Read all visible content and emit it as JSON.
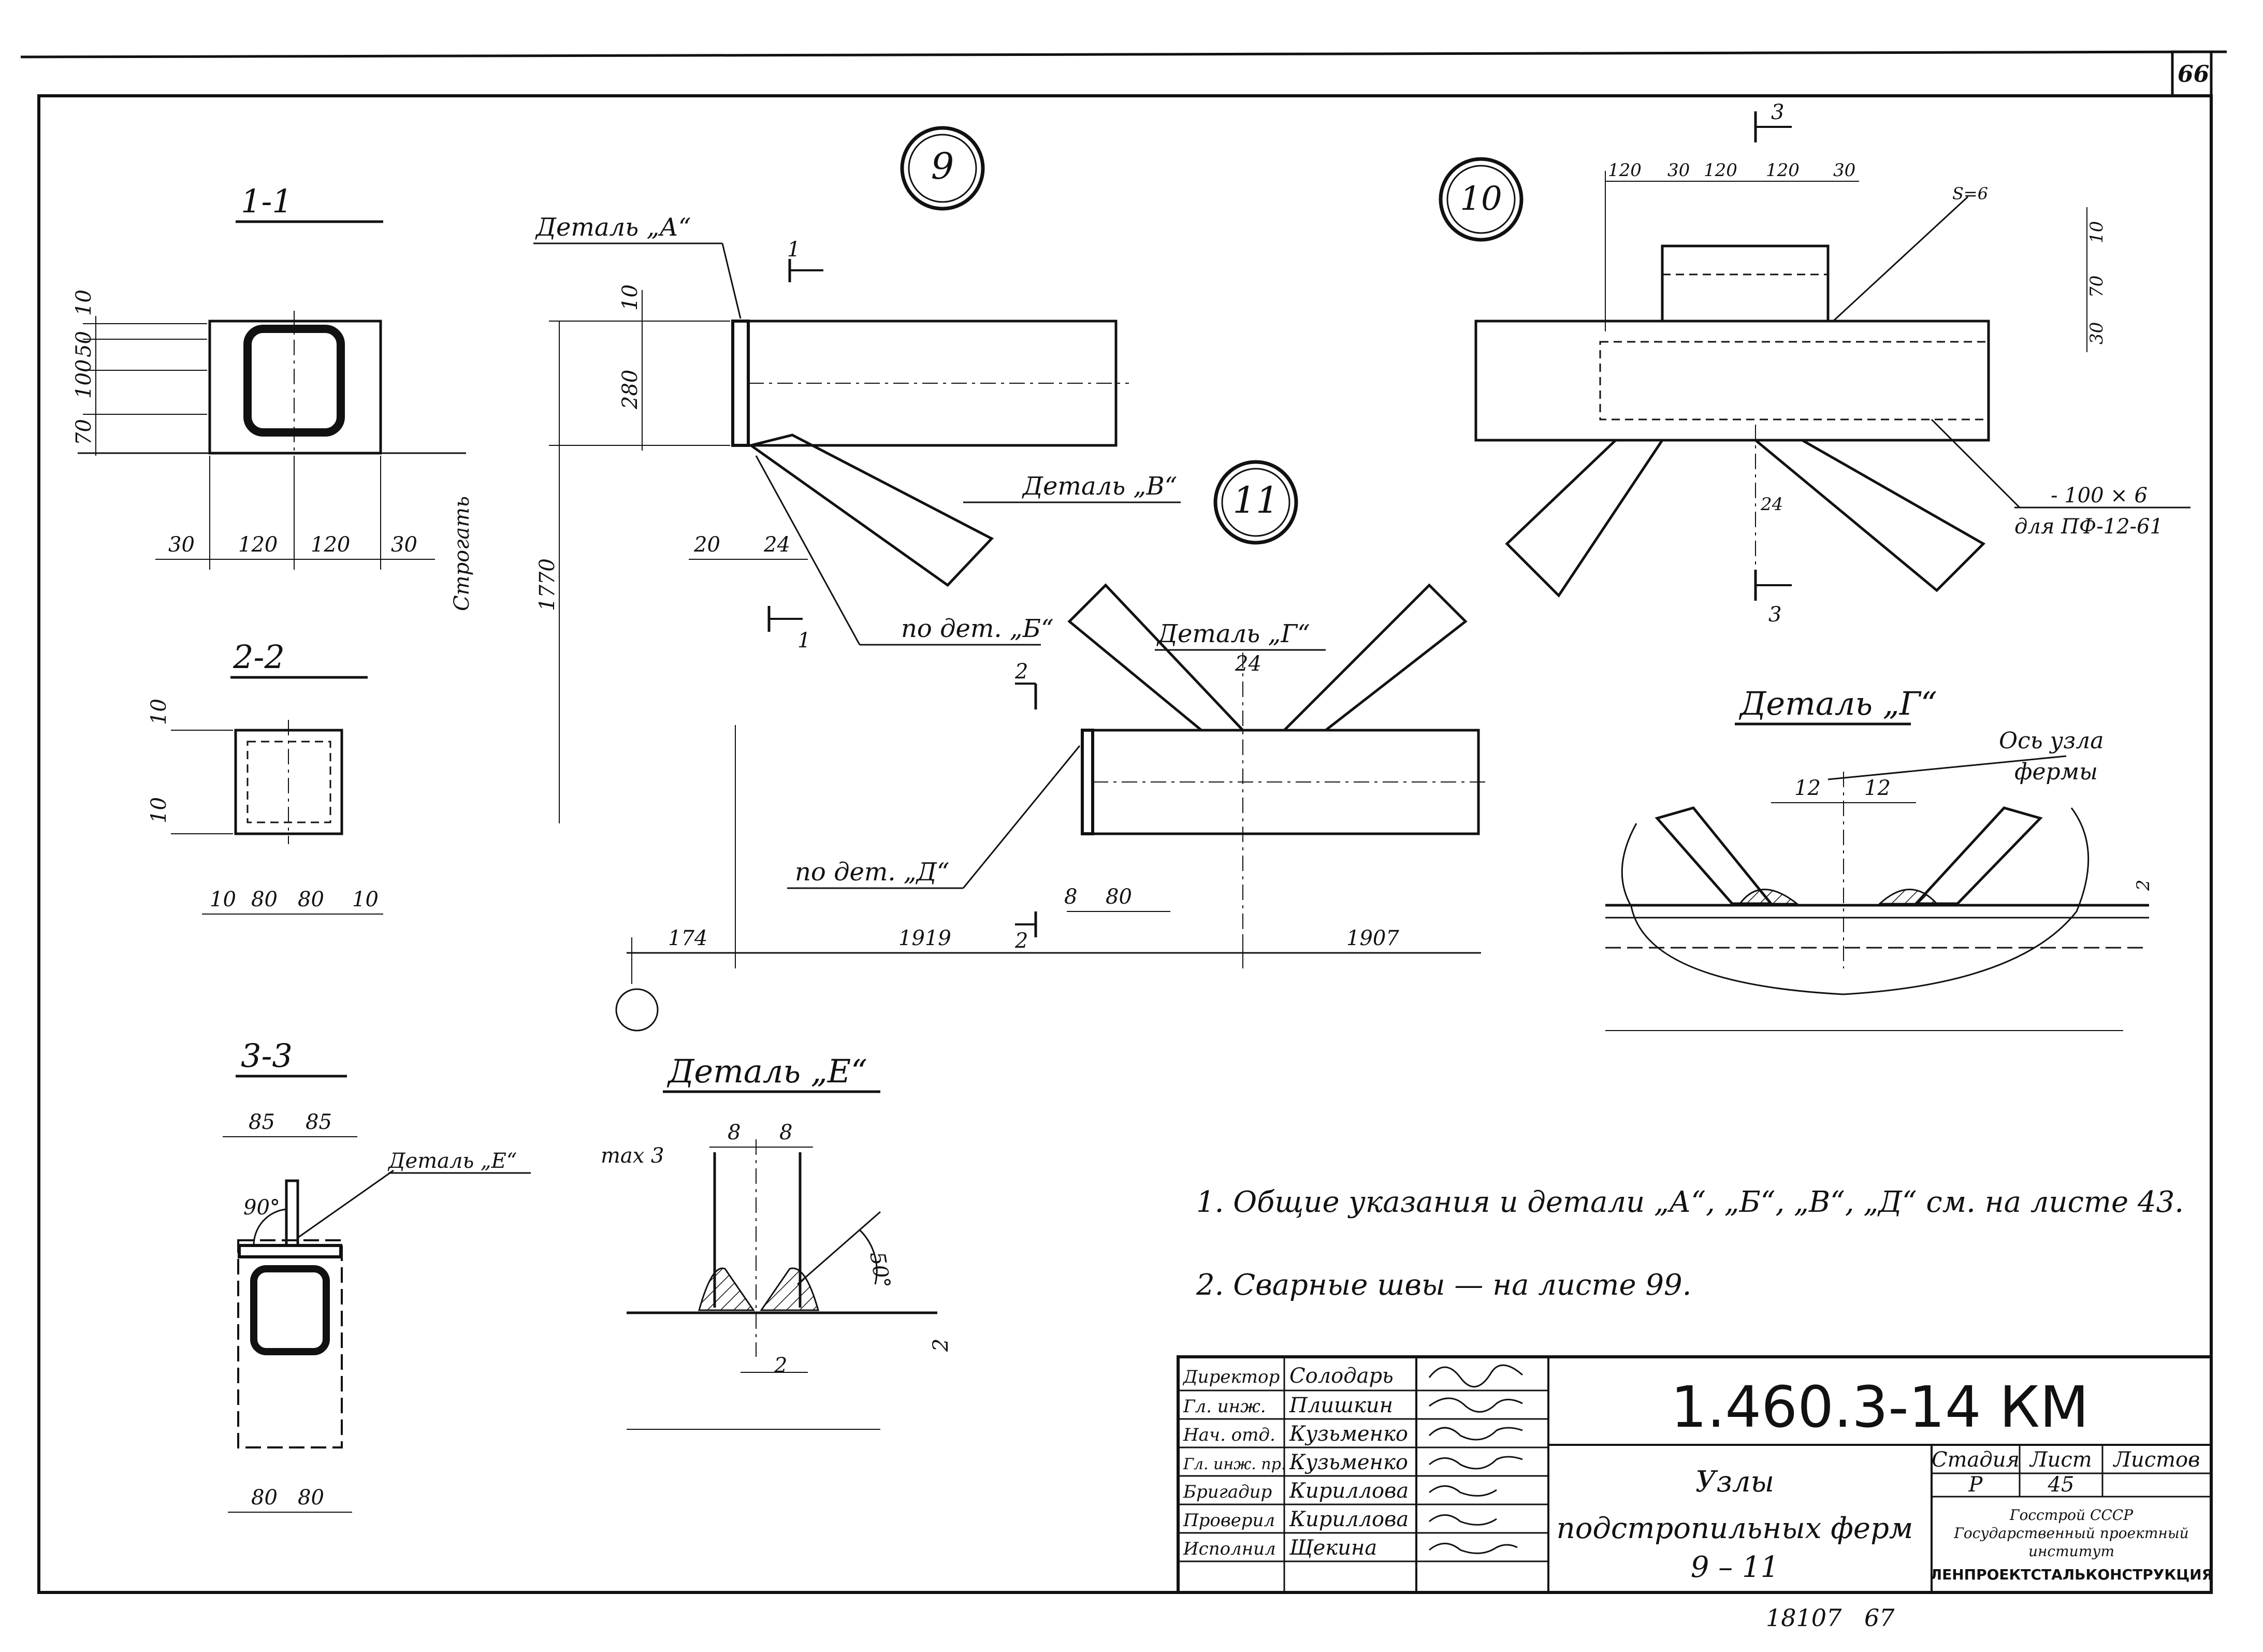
{
  "sheet": {
    "corner_number": "66",
    "archive_number": "18107",
    "page_number": "67",
    "section_labels": {
      "s1": "1-1",
      "s2": "2-2",
      "s3": "3-3"
    },
    "node_labels": {
      "n9": "9",
      "n10": "10",
      "n11": "11"
    },
    "detail_labels": {
      "a": "Деталь „А“",
      "v": "Деталь „В“",
      "g": "Деталь „Г“",
      "g_title": "Деталь „Г“",
      "e": "Деталь „Е“",
      "e_title": "Деталь „Е“",
      "po_b": "по дет. „Б“",
      "po_d": "по дет. „Д“",
      "os_uzla_1": "Ось узла",
      "os_uzla_2": "фермы",
      "strop": "Строгать",
      "plate": "- 100 × 6",
      "plate_note": "для ПФ-12-61",
      "angle_90": "90°",
      "angle_50": "50°",
      "max3": "max 3",
      "weld_s": "S=6"
    },
    "cut_marks": {
      "c1": "1",
      "c2": "2",
      "c3": "3"
    },
    "dimensions": {
      "s1_bottom": [
        "30",
        "120",
        "120",
        "30"
      ],
      "s1_left": [
        "70",
        "100",
        "50",
        "10"
      ],
      "s2_bottom": [
        "10",
        "80",
        "80",
        "10"
      ],
      "s2_left": [
        "10",
        "10"
      ],
      "s3_top": [
        "85",
        "85"
      ],
      "s3_bottom": [
        "80",
        "80"
      ],
      "n9_height": "280",
      "n9_top": "10",
      "n9_20": "20",
      "n9_24": "24",
      "n9_1770": "1770",
      "n11_24": "24",
      "n11_8": "8",
      "n11_80": "80",
      "bottom": [
        "174",
        "1919",
        "1907"
      ],
      "n10_top": [
        "120",
        "30",
        "120",
        "120",
        "30"
      ],
      "n10_right": [
        "10",
        "70",
        "30"
      ],
      "n10_24": "24",
      "g_12a": "12",
      "g_12b": "12",
      "g_2": "2",
      "e_8a": "8",
      "e_8b": "8",
      "e_2a": "2",
      "e_2b": "2"
    },
    "notes": [
      "1. Общие указания и детали „А“, „Б“, „В“, „Д“ см. на листе 43.",
      "2. Сварные швы — на листе 99."
    ]
  },
  "title_block": {
    "designation": "1.460.3-14 КМ",
    "title_line1": "Узлы",
    "title_line2": "подстропильных ферм",
    "title_line3": "9 – 11",
    "stage_header": "Стадия",
    "sheet_header": "Лист",
    "sheets_header": "Листов",
    "stage": "Р",
    "sheet": "45",
    "org_line1": "Госстрой СССР",
    "org_line2": "Государственный проектный",
    "org_line3": "институт",
    "org_line4": "ЛЕНПРОЕКТСТАЛЬКОНСТРУКЦИЯ",
    "roles": [
      {
        "role": "Директор",
        "name": "Солодарь"
      },
      {
        "role": "Гл. инж.",
        "name": "Плишкин"
      },
      {
        "role": "Нач. отд.",
        "name": "Кузьменко"
      },
      {
        "role": "Гл. инж. пр.",
        "name": "Кузьменко"
      },
      {
        "role": "Бригадир",
        "name": "Кириллова"
      },
      {
        "role": "Проверил",
        "name": "Кириллова"
      },
      {
        "role": "Исполнил",
        "name": "Щекина"
      }
    ]
  }
}
